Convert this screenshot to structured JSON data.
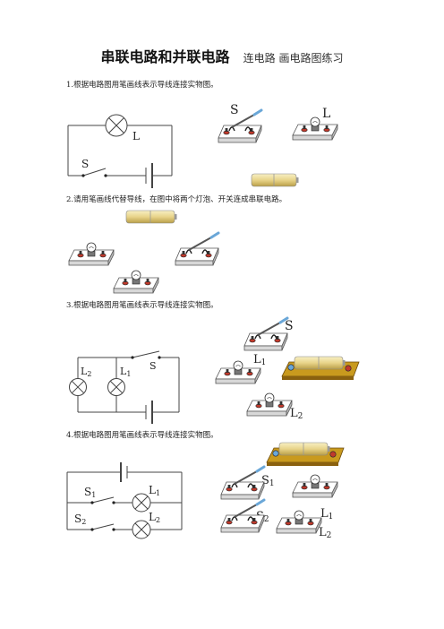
{
  "title": {
    "main": "串联电路和并联电路",
    "sub": "连电路 画电路图练习"
  },
  "questions": [
    {
      "text": "1.根据电路图用笔画线表示导线连接实物图。"
    },
    {
      "text": "2.请用笔画线代替导线，在图中将两个灯泡、开关连成串联电路。"
    },
    {
      "text": "3.根据电路图用笔画线表示导线连接实物图。"
    },
    {
      "text": "4.根据电路图用笔画线表示导线连接实物图。"
    }
  ],
  "labels": {
    "q1": {
      "lamp": "L",
      "switch": "S",
      "device_switch": "S",
      "device_lamp": "L"
    },
    "q3": {
      "lamp2": "L",
      "lamp2_sub": "2",
      "lamp1": "L",
      "lamp1_sub": "1",
      "switch": "S",
      "device_switch": "S",
      "device_lamp1": "L",
      "device_lamp1_sub": "1",
      "device_lamp2": "L",
      "device_lamp2_sub": "2"
    },
    "q4": {
      "s1": "S",
      "s1_sub": "1",
      "l1": "L",
      "l1_sub": "1",
      "s2": "S",
      "s2_sub": "2",
      "l2": "L",
      "l2_sub": "2",
      "device_s1": "S",
      "device_s1_sub": "1",
      "device_s2": "S",
      "device_s2_sub": "2",
      "device_l1": "L",
      "device_l1_sub": "1",
      "device_l2": "L",
      "device_l2_sub": "2"
    }
  },
  "colors": {
    "wire": "#444444",
    "board_top": "#ffffff",
    "board_side": "#d8d8d8",
    "terminal": "#c0392b",
    "battery": "#e8d48a",
    "battery_box": "#c99a1e",
    "switch_handle": "#6aa7d8"
  }
}
